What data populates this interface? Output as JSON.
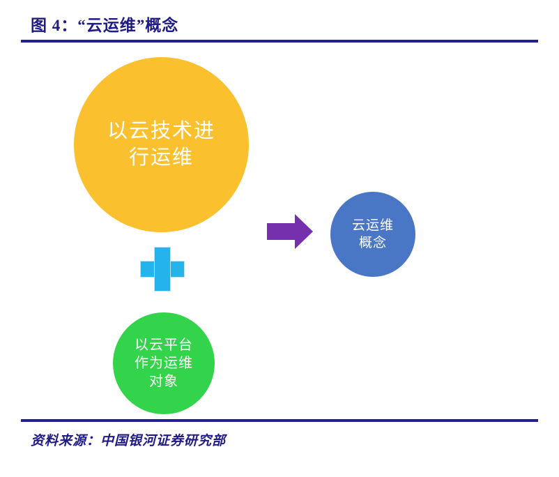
{
  "figure": {
    "title": "图 4：“云运维”概念",
    "source_note": "资料来源：中国银河证券研究部",
    "title_color": "#1f1a85",
    "rule_color": "#23208f"
  },
  "diagram": {
    "type": "concept-diagram",
    "nodes": [
      {
        "id": "cloud-tech-ops",
        "label": "以云技术进\n行运维",
        "shape": "circle",
        "color": "#fbc02d",
        "text_color": "#ffffff"
      },
      {
        "id": "cloud-platform-object",
        "label": "以云平台\n作为运维\n对象",
        "shape": "circle",
        "color": "#33d44b",
        "text_color": "#ffffff"
      },
      {
        "id": "cloud-ops-concept",
        "label": "云运维\n概念",
        "shape": "circle",
        "color": "#4a77c5",
        "text_color": "#ffffff"
      }
    ],
    "connectors": [
      {
        "id": "plus-operator",
        "symbol": "+",
        "color": "#25b3ec",
        "border_color": "#b9e4f7"
      },
      {
        "id": "equals-arrow",
        "symbol": "→",
        "color": "#7530ad"
      }
    ]
  }
}
